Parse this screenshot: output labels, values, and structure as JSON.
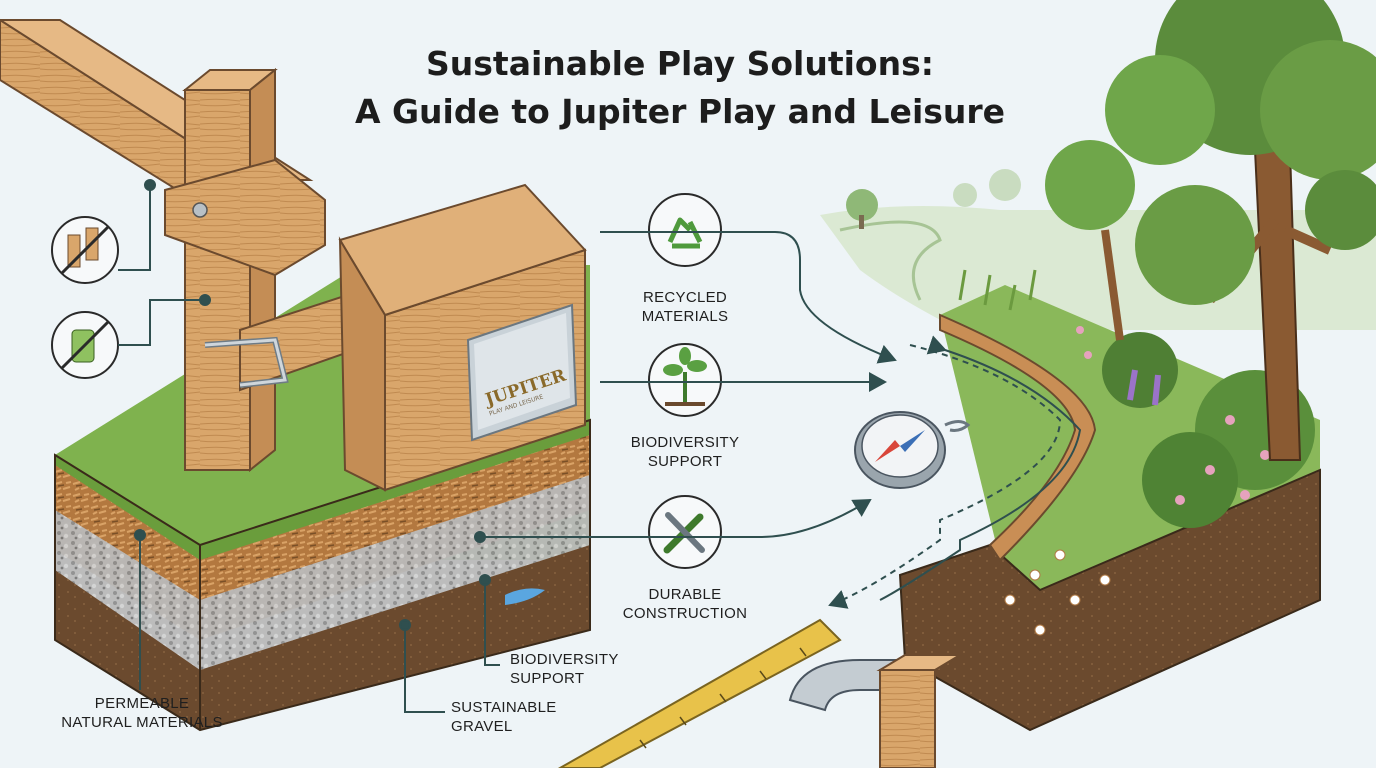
{
  "title": {
    "line1": "Sustainable Play Solutions:",
    "line2": "A Guide to Jupiter Play and Leisure"
  },
  "plaque": {
    "brand": "JUPITER",
    "tagline": "PLAY AND LEISURE"
  },
  "features": [
    {
      "line1": "RECYCLED",
      "line2": "MATERIALS",
      "icon": "recycle-icon"
    },
    {
      "line1": "BIODIVERSITY",
      "line2": "SUPPORT",
      "icon": "seedling-icon"
    },
    {
      "line1": "DURABLE",
      "line2": "CONSTRUCTION",
      "icon": "tools-icon"
    }
  ],
  "ground_labels": {
    "permeable": {
      "line1": "PERMEABLE",
      "line2": "NATURAL MATERIALS"
    },
    "gravel": {
      "line1": "SUSTAINABLE",
      "line2": "GRAVEL"
    },
    "biodiversity": {
      "line1": "BIODIVERSITY",
      "line2": "SUPPORT"
    }
  },
  "side_icons": [
    "no-treated-timber-icon",
    "no-plastic-icon"
  ],
  "colors": {
    "background": "#eef4f7",
    "wood": "#d9a66b",
    "wood_dark": "#b07a45",
    "grass": "#7fb24e",
    "soil": "#6b4a2e",
    "gravel": "#a8a8a8",
    "tree": "#5b8c3c",
    "ink": "#2a2a2a",
    "connector": "#2f4f4f"
  }
}
